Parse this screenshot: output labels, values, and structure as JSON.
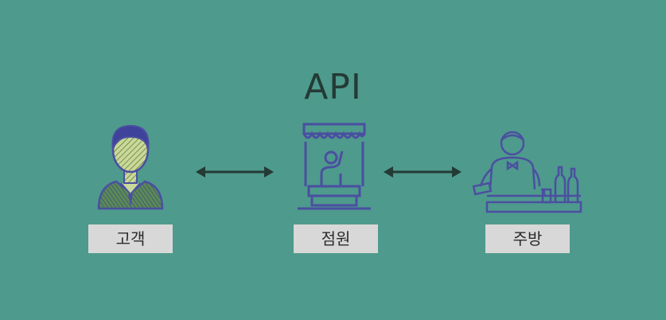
{
  "title": "API",
  "nodes": [
    {
      "label": "고객",
      "icon": "customer-icon"
    },
    {
      "label": "점원",
      "icon": "clerk-icon"
    },
    {
      "label": "주방",
      "icon": "kitchen-icon"
    }
  ],
  "colors": {
    "background": "#4e9a8d",
    "icon_stroke": "#4b4fa0",
    "arrow": "#243a35",
    "label_bg": "#d8d8d8"
  }
}
